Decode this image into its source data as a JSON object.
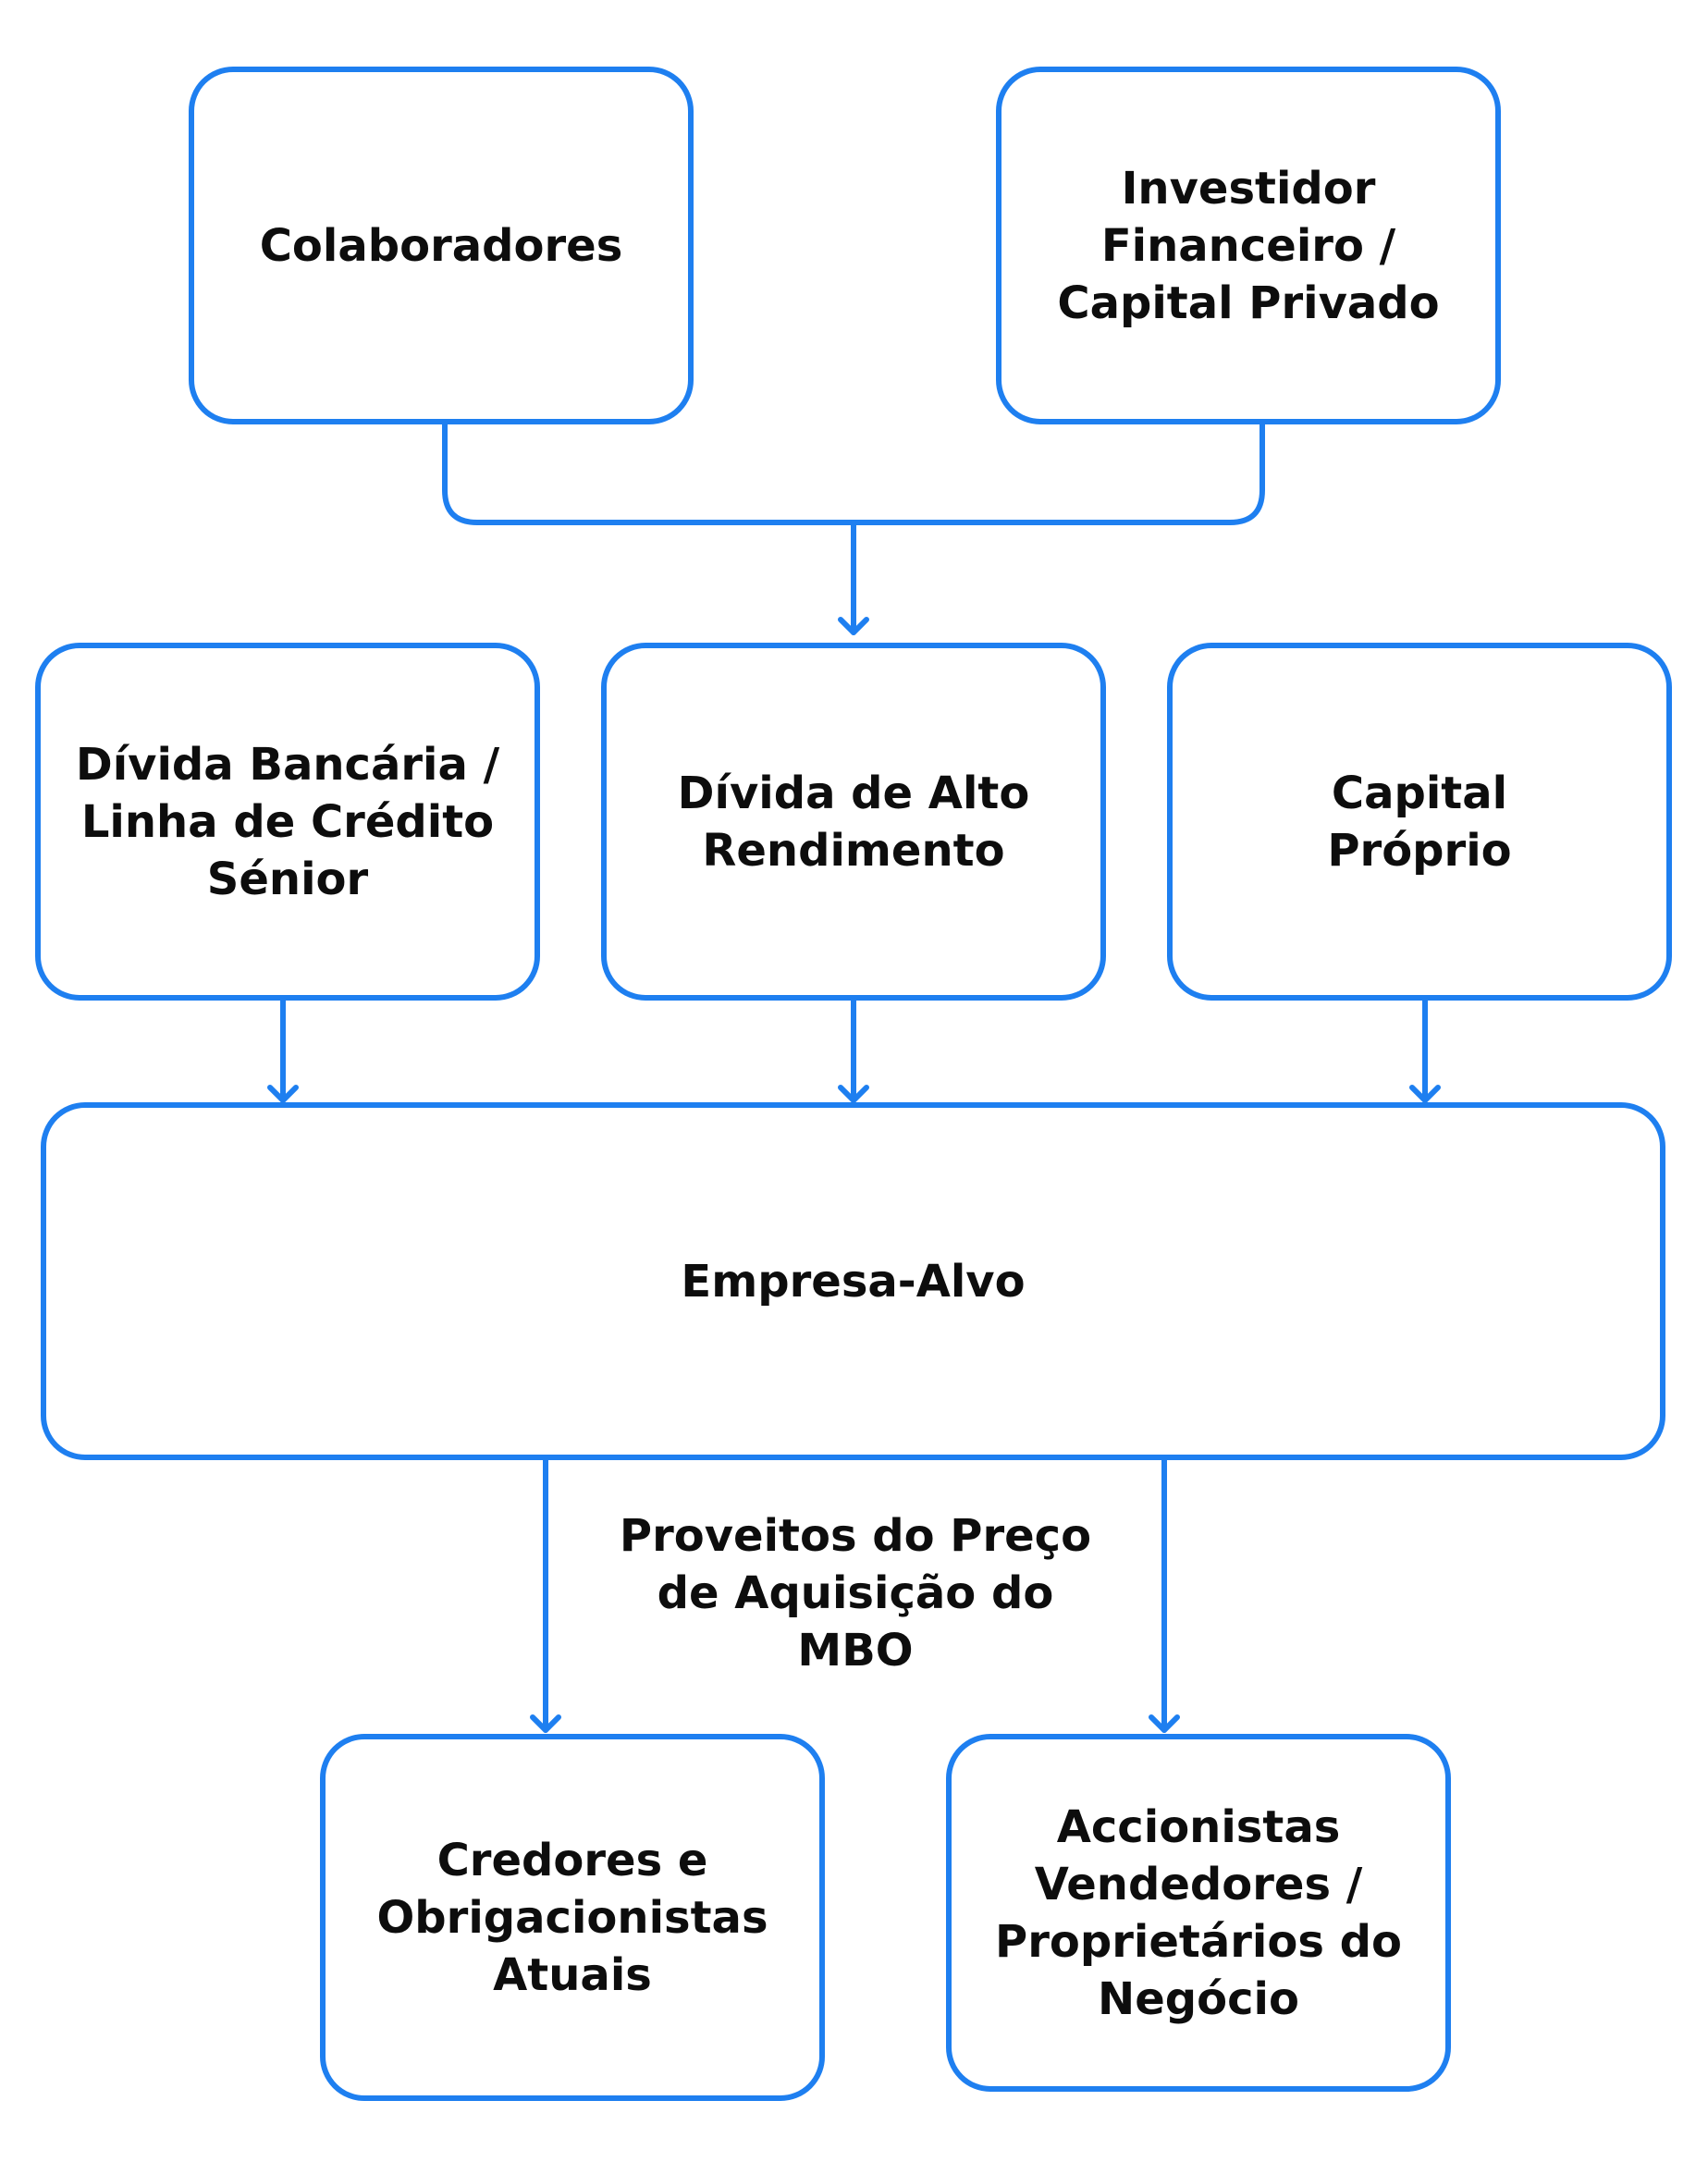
{
  "colors": {
    "stroke": "#1e7ff0",
    "text": "#0d0d0d",
    "background": "#ffffff"
  },
  "nodes": {
    "colaboradores": "Colaboradores",
    "investidor": "Investidor\nFinanceiro /\nCapital Privado",
    "divida_bancaria": "Dívida Bancária /\nLinha de Crédito\nSénior",
    "divida_alto": "Dívida de Alto\nRendimento",
    "capital_proprio": "Capital\nPróprio",
    "empresa_alvo": "Empresa-Alvo",
    "credores": "Credores e\nObrigacionistas\nAtuais",
    "accionistas": "Accionistas\nVendedores /\nProprietários do\nNegócio"
  },
  "edge_labels": {
    "proveitos": "Proveitos do Preço\nde Aquisição do\nMBO"
  },
  "edges": [
    {
      "from": "colaboradores",
      "to": "divida_alto",
      "type": "merge"
    },
    {
      "from": "investidor",
      "to": "divida_alto",
      "type": "merge"
    },
    {
      "from": "divida_bancaria",
      "to": "empresa_alvo"
    },
    {
      "from": "divida_alto",
      "to": "empresa_alvo"
    },
    {
      "from": "capital_proprio",
      "to": "empresa_alvo"
    },
    {
      "from": "empresa_alvo",
      "to": "credores"
    },
    {
      "from": "empresa_alvo",
      "to": "accionistas"
    }
  ]
}
